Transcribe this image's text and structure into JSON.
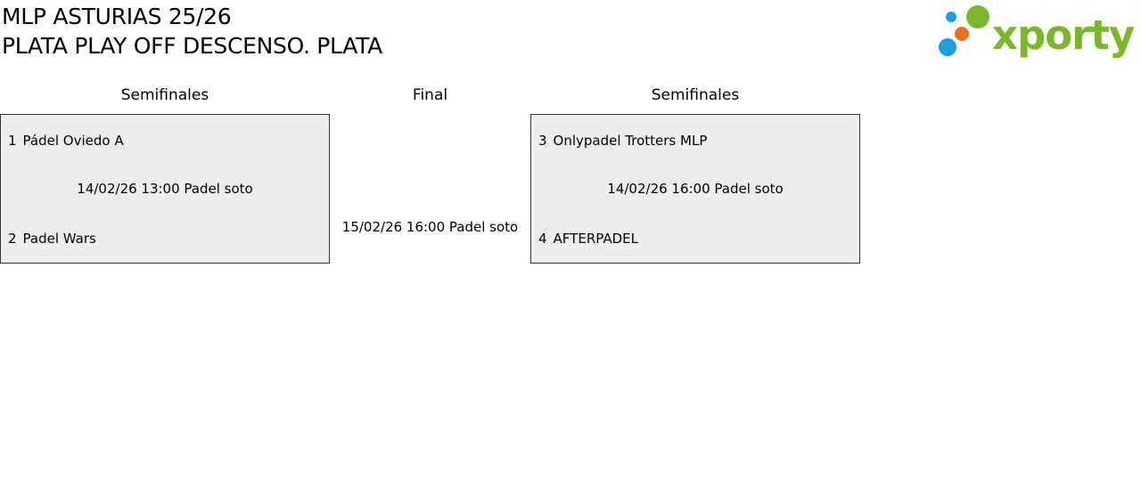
{
  "header": {
    "title_line1": "MLP ASTURIAS 25/26",
    "title_line2": "PLATA PLAY OFF DESCENSO. PLATA"
  },
  "logo": {
    "text": "xporty",
    "colors": {
      "green": "#7ab829",
      "blue": "#1a9ee6",
      "orange": "#e8711a"
    }
  },
  "rounds": [
    {
      "header": "Semifinales",
      "match": {
        "team1": {
          "seed": "1",
          "name": "Pádel Oviedo A"
        },
        "schedule": "14/02/26 13:00 Padel soto",
        "team2": {
          "seed": "2",
          "name": "Padel Wars"
        }
      }
    },
    {
      "header": "Final",
      "match": {
        "schedule": "15/02/26 16:00 Padel soto"
      }
    },
    {
      "header": "Semifinales",
      "match": {
        "team1": {
          "seed": "3",
          "name": "Onlypadel Trotters MLP"
        },
        "schedule": "14/02/26 16:00 Padel soto",
        "team2": {
          "seed": "4",
          "name": "AFTERPADEL"
        }
      }
    }
  ],
  "colors": {
    "box_background": "#ededed",
    "box_border": "#333333"
  }
}
